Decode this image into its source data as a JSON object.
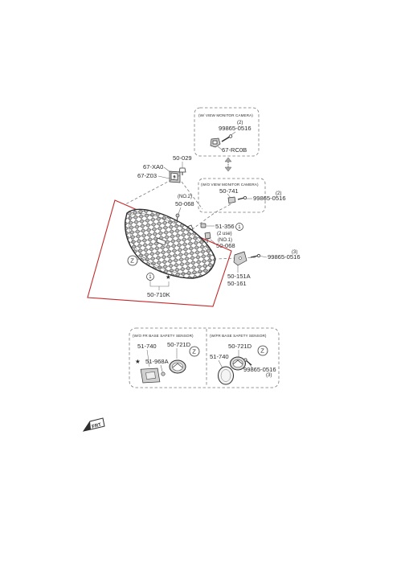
{
  "colors": {
    "highlight_frame": "#c42a2a",
    "line": "#3a3a3a",
    "box_dash": "#7a7a7a"
  },
  "camera_box": {
    "caption": "(W/ VIEW MONITOR CAMERA)",
    "qty": "(2)",
    "part_a": "99865-0516",
    "part_b": "67-RC0B"
  },
  "sensor_area": {
    "part_50_029": "50-029",
    "part_67_xa0": "67-XA0",
    "part_67_z03": "67-Z03"
  },
  "no_camera": {
    "caption": "(W/O VIEW MONITOR CAMERA)",
    "part_50_741": "50-741",
    "qty": "(2)",
    "part_99865": "99865-0516"
  },
  "clips": {
    "no2": "(NO.2)",
    "part_50_068_a": "50-068",
    "part_51_356": "51-356",
    "uses": "(2 use)",
    "circle_1": "1",
    "no1": "(NO.1)",
    "part_50_068_b": "50-068"
  },
  "bracket": {
    "qty": "(3)",
    "part_99865": "99865-0516",
    "part_50_151a": "50-151A",
    "part_50_161": "50-161"
  },
  "grille": {
    "z_mark": "Z",
    "circle_1": "1",
    "star": "★",
    "part_50_710k": "50-710K"
  },
  "sensor_left": {
    "caption": "(W/O FR BASE SAFETY SENSOR)",
    "part_51_740": "51-740",
    "part_50_721d": "50-721D",
    "z_mark": "Z",
    "star": "★",
    "part_51_968a": "51-968A"
  },
  "sensor_right": {
    "caption": "(W/FR BASE SAFETY SENSOR)",
    "part_50_721d": "50-721D",
    "z_mark": "Z",
    "part_51_740": "51-740",
    "part_99865": "99865-0516",
    "qty": "(3)"
  },
  "front_mark": {
    "label": "FRT"
  }
}
